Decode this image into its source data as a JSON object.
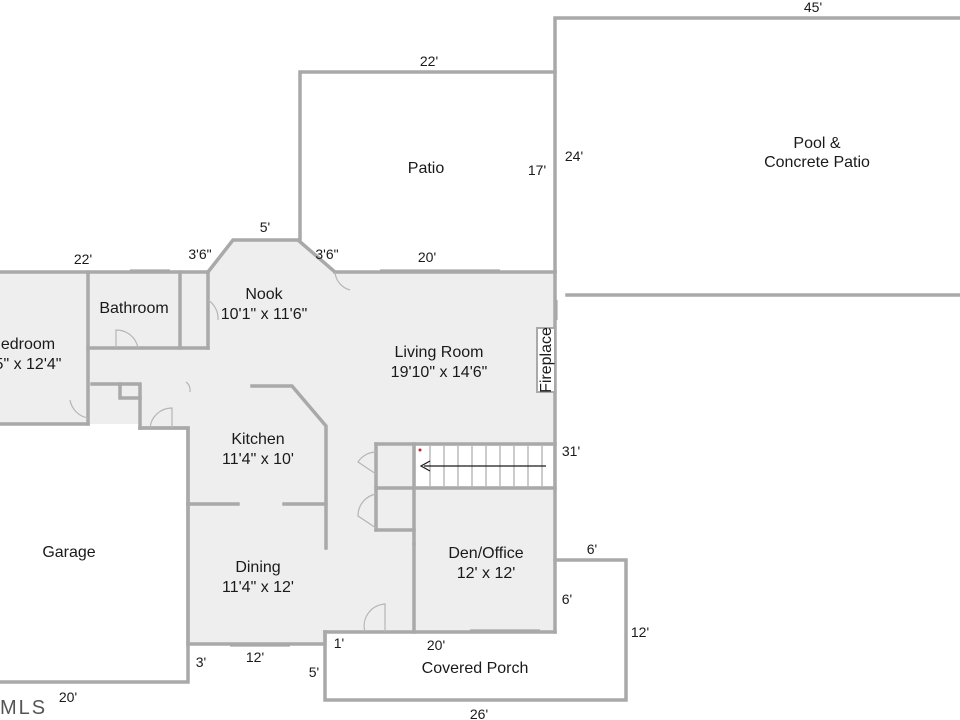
{
  "rooms": {
    "bedroom": {
      "name": "edroom",
      "size": "5\" x 12'4\""
    },
    "bathroom": {
      "name": "Bathroom"
    },
    "nook": {
      "name": "Nook",
      "size": "10'1\" x 11'6\""
    },
    "living": {
      "name": "Living Room",
      "size": "19'10\" x 14'6\""
    },
    "fireplace": {
      "name": "Fireplace"
    },
    "kitchen": {
      "name": "Kitchen",
      "size": "11'4\" x 10'"
    },
    "garage": {
      "name": "Garage"
    },
    "dining": {
      "name": "Dining",
      "size": "11'4\" x 12'"
    },
    "den": {
      "name": "Den/Office",
      "size": "12' x 12'"
    },
    "patio": {
      "name": "Patio"
    },
    "pool": {
      "name_line1": "Pool &",
      "name_line2": "Concrete Patio"
    },
    "porch": {
      "name": "Covered Porch"
    }
  },
  "dimensions": {
    "pool_top": "45'",
    "patio_top": "22'",
    "patio_side": "17'",
    "pool_side": "24'",
    "nook_top": "5'",
    "nook_left_angle": "3'6\"",
    "nook_right_angle": "3'6\"",
    "living_top": "20'",
    "bedroom_top": "22'",
    "right_side": "31'",
    "porch_step_top": "6'",
    "porch_step_side": "6'",
    "porch_right": "12'",
    "porch_inner_left": "1'",
    "porch_top": "20'",
    "porch_left": "5'",
    "porch_bottom": "26'",
    "dining_bottom": "12'",
    "dining_left_bottom": "3'",
    "garage_bottom": "20'"
  },
  "watermark": "MLS"
}
